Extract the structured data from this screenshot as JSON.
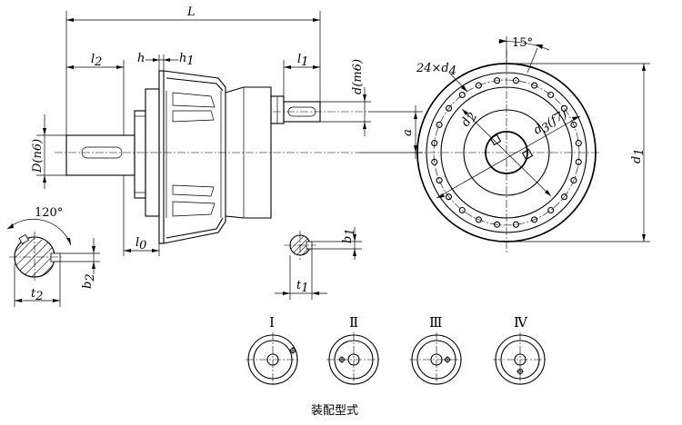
{
  "dimensions": {
    "L": "L",
    "l2": "l",
    "l2_sub": "2",
    "h": "h",
    "h1": "h",
    "h1_sub": "1",
    "l1": "l",
    "l1_sub": "1",
    "d_m6": "d(m6)",
    "a": "a",
    "D_n6": "D(n6)",
    "l0": "l",
    "l0_sub": "0",
    "b1": "b",
    "b1_sub": "1",
    "t1": "t",
    "t1_sub": "1",
    "b2": "b",
    "b2_sub": "2",
    "t2": "t",
    "t2_sub": "2",
    "angle_120": "120°",
    "angle_15": "15°",
    "bolts": "24×d",
    "bolts_sub": "4",
    "d1": "d",
    "d1_sub": "1",
    "d2": "d",
    "d2_sub": "2",
    "d3": "d",
    "d3_sub": "3",
    "d3_tol": "(f7)"
  },
  "mounting": {
    "forms": [
      {
        "label": "Ⅰ"
      },
      {
        "label": "Ⅱ"
      },
      {
        "label": "Ⅲ"
      },
      {
        "label": "Ⅳ"
      }
    ],
    "caption": "装配型式"
  }
}
